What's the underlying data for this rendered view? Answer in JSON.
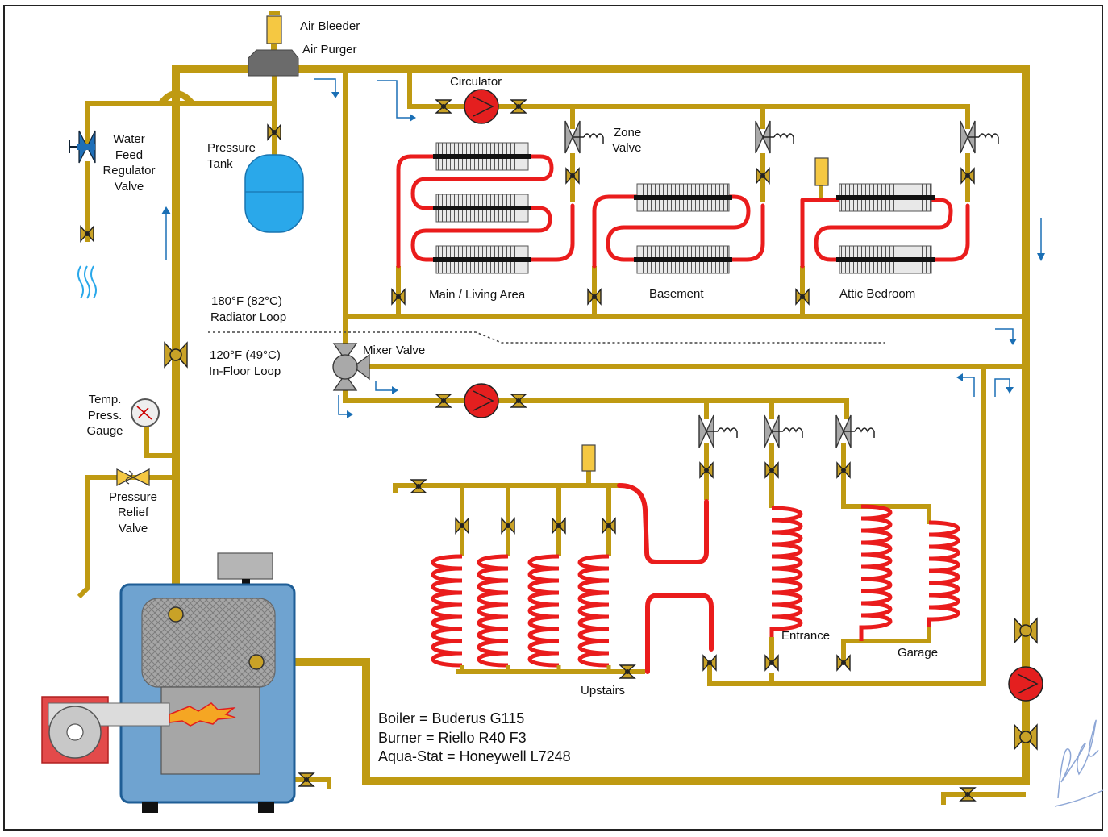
{
  "labels": {
    "air_bleeder": "Air Bleeder",
    "air_purger": "Air Purger",
    "circulator": "Circulator",
    "zone_valve": [
      "Zone",
      "Valve"
    ],
    "water_feed": [
      "Water",
      "Feed",
      "Regulator",
      "Valve"
    ],
    "pressure_tank": [
      "Pressure",
      "Tank"
    ],
    "main_living": "Main / Living Area",
    "basement": "Basement",
    "attic_bedroom": "Attic Bedroom",
    "radiator_loop": [
      "180°F (82°C)",
      "Radiator Loop"
    ],
    "infloor_loop": [
      "120°F (49°C)",
      "In-Floor Loop"
    ],
    "mixer_valve": "Mixer Valve",
    "temp_gauge": [
      "Temp.",
      "Press.",
      "Gauge"
    ],
    "relief_valve": [
      "Pressure",
      "Relief",
      "Valve"
    ],
    "upstairs": "Upstairs",
    "entrance": "Entrance",
    "garage": "Garage"
  },
  "equipment": [
    "Boiler = Buderus G115",
    "Burner = Riello R40 F3",
    "Aqua-Stat = Honeywell L7248"
  ],
  "colors": {
    "pipe": "#bf9a12",
    "hot_tube": "#ea1c1c",
    "boiler": "#6fa3d0",
    "tank": "#2aa8ea",
    "flow_arrow": "#1a6fb5"
  }
}
